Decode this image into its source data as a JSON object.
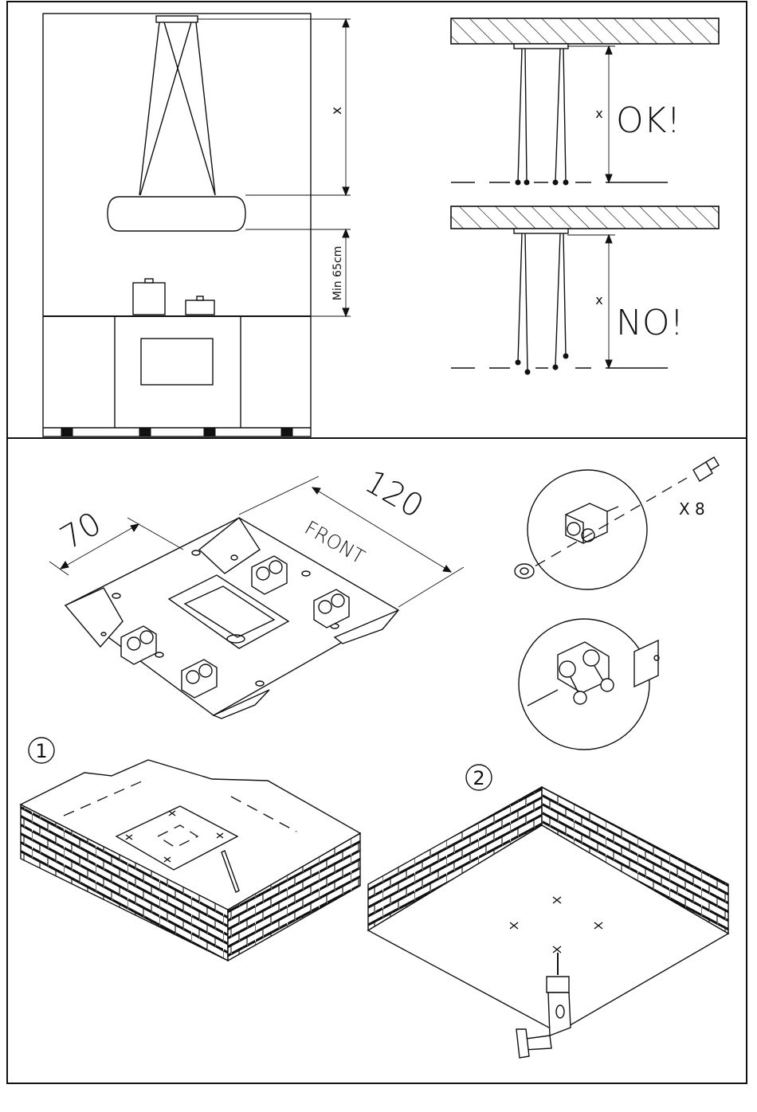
{
  "top_left": {
    "dimension_x": "x",
    "dimension_min": "Min 65cm"
  },
  "top_right": {
    "ok": {
      "dimension": "x",
      "label": "OK!"
    },
    "no": {
      "dimension": "x",
      "label": "NO!"
    }
  },
  "bracket": {
    "width_label": "70",
    "length_label": "120",
    "front_label": "FRONT"
  },
  "detail": {
    "quantity": "X 8"
  },
  "steps": {
    "step1": "1",
    "step2": "2"
  }
}
